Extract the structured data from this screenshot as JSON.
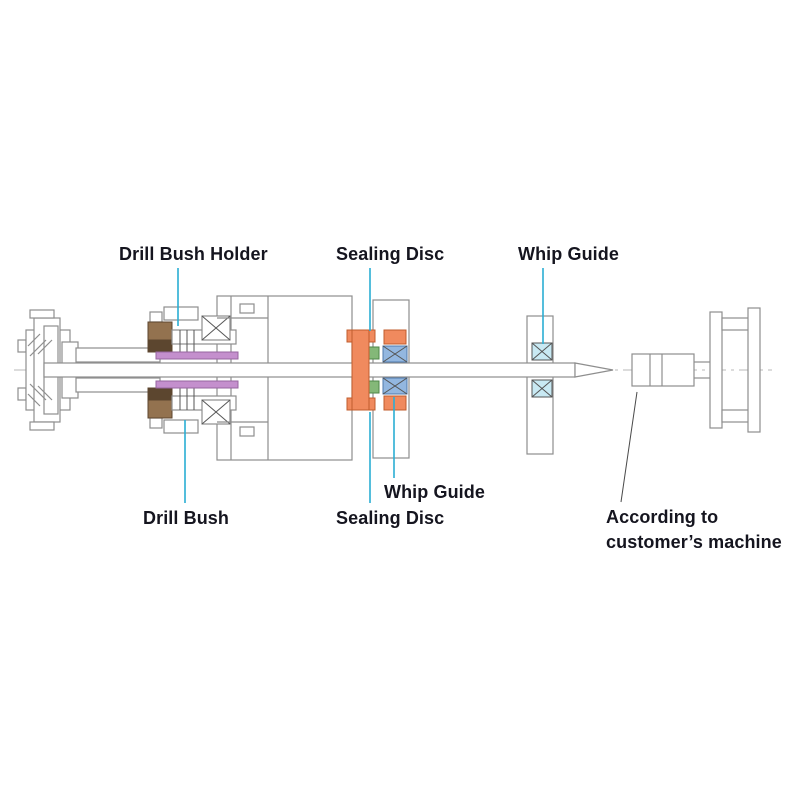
{
  "labels": {
    "drill_bush_holder": "Drill Bush Holder",
    "sealing_disc_top": "Sealing Disc",
    "whip_guide_top": "Whip Guide",
    "drill_bush": "Drill Bush",
    "whip_guide_bottom": "Whip Guide",
    "sealing_disc_bottom": "Sealing Disc",
    "customer_machine_line1": "According to",
    "customer_machine_line2": "customer’s machine"
  },
  "colors": {
    "text": "#15151f",
    "leader": "#2aaed3",
    "leader_dark": "#4a4a4a",
    "outline": "#8e8e8e",
    "outline_dark": "#555555",
    "centerline": "#b8b8b8",
    "brown": "#93724f",
    "brown_dark": "#5c462f",
    "purple": "#c48fcd",
    "purple_dark": "#96659f",
    "orange": "#f08a5e",
    "orange_dark": "#c05c2d",
    "green": "#84b878",
    "green_dark": "#4e8747",
    "blue": "#93b7e0",
    "blue_dark": "#4f78ab",
    "cyan_fill": "#c8e9f3"
  }
}
